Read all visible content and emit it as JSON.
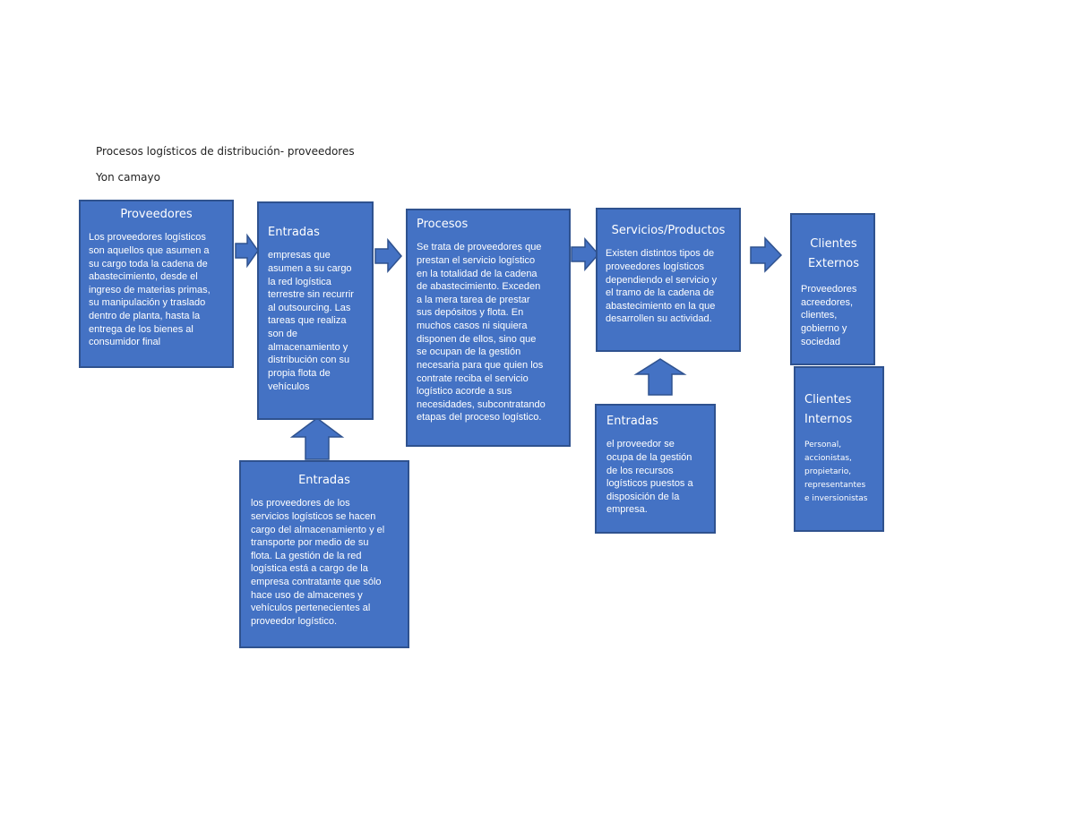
{
  "header": {
    "title": "Procesos logísticos de distribución- proveedores",
    "author": "Yon camayo"
  },
  "colors": {
    "box_fill": "#4472c4",
    "box_border": "#2f528f",
    "text": "#ffffff"
  },
  "boxes": {
    "proveedores": {
      "title": "Proveedores",
      "body": "Los proveedores logísticos\nson aquellos que asumen a\nsu cargo toda la cadena de\nabastecimiento, desde el\ningreso de materias primas,\nsu manipulación y traslado\ndentro de planta, hasta la\nentrega de los bienes al\nconsumidor final"
    },
    "entradas1": {
      "title": "Entradas",
      "body": "empresas que\nasumen a su cargo\nla red logística\nterrestre sin recurrir\nal outsourcing. Las\ntareas que realiza\nson de\nalmacenamiento y\ndistribución con su\npropia flota de\nvehículos"
    },
    "entradas2": {
      "title": "Entradas",
      "body": "los proveedores de los\nservicios logísticos se hacen\ncargo del almacenamiento y el\ntransporte por medio de su\nflota. La gestión de la red\nlogística está a cargo de la\nempresa contratante que sólo\nhace uso de almacenes y\nvehículos pertenecientes al\nproveedor logístico."
    },
    "procesos": {
      "title": "Procesos",
      "body": "Se trata de proveedores que\nprestan el servicio logístico\nen la totalidad de la cadena\nde abastecimiento. Exceden\na la mera tarea de prestar\nsus depósitos y flota. En\nmuchos casos ni siquiera\ndisponen de ellos, sino que\nse ocupan de la gestión\nnecesaria para que quien los\ncontrate reciba el servicio\nlogístico acorde a sus\nnecesidades, subcontratando\netapas del proceso logístico."
    },
    "servicios": {
      "title": "Servicios/Productos",
      "body": "Existen distintos tipos de\nproveedores logísticos\ndependiendo el servicio y\nel tramo de la cadena de\nabastecimiento en la que\ndesarrollen su actividad."
    },
    "entradas3": {
      "title": "Entradas",
      "body": "el proveedor se\nocupa de la gestión\nde los recursos\nlogísticos puestos a\ndisposición de la\nempresa."
    },
    "clientes_externos": {
      "title": "Clientes Externos",
      "body": "Proveedores\nacreedores,\nclientes,\ngobierno y\nsociedad"
    },
    "clientes_internos": {
      "title": "Clientes Internos",
      "body": "Personal,\naccionistas,\npropietario,\nrepresentantes\ne inversionistas"
    }
  }
}
